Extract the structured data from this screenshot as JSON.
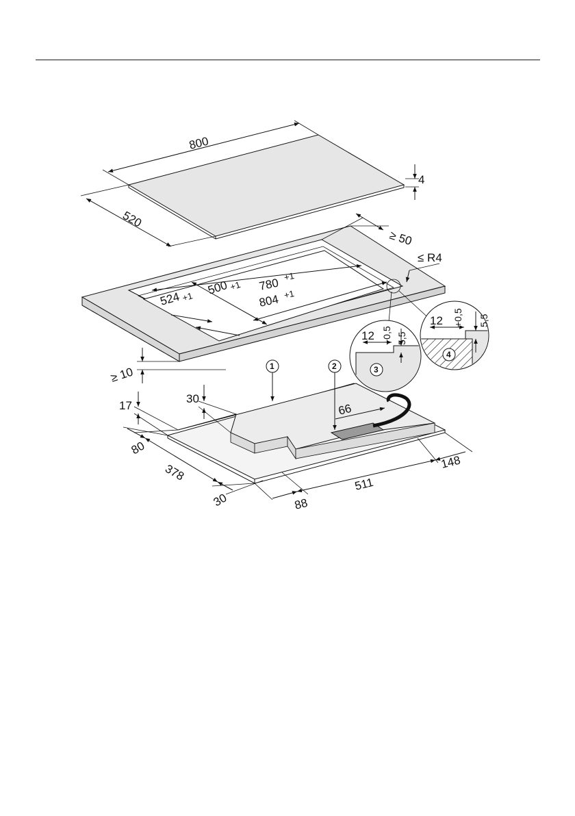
{
  "figure": {
    "hob_glass": {
      "width": "800",
      "depth": "520",
      "thickness": "4"
    },
    "worktop_cutout": {
      "min_rear_distance": "≥ 50",
      "corner_radius": "≤ R4",
      "rebate_length": "780",
      "rebate_length_tol": "+1",
      "rebate_depth": "500",
      "rebate_depth_tol": "+1",
      "cutout_length": "804",
      "cutout_length_tol": "+1",
      "cutout_depth": "524",
      "cutout_depth_tol": "+1",
      "min_front_distance": "≥ 10"
    },
    "details": [
      {
        "marker": "3",
        "width": "12",
        "width_tol": "+0,5",
        "depth": "5,5"
      },
      {
        "marker": "4",
        "width": "12",
        "width_tol": "+0,5",
        "depth": "5,5"
      }
    ],
    "appliance": {
      "markers": [
        "1",
        "2"
      ],
      "height_total": "17",
      "height_step": "30",
      "offset_front": "80",
      "depth_body": "378",
      "offset_back": "30",
      "offset_left": "88",
      "width_body": "511",
      "offset_right": "148",
      "connection_offset": "66"
    }
  },
  "colors": {
    "glass": "#e6e6e6",
    "worktop": "#e6e6e6",
    "body": "#ececec",
    "terminal": "#9a9a9a",
    "line": "#111111"
  }
}
